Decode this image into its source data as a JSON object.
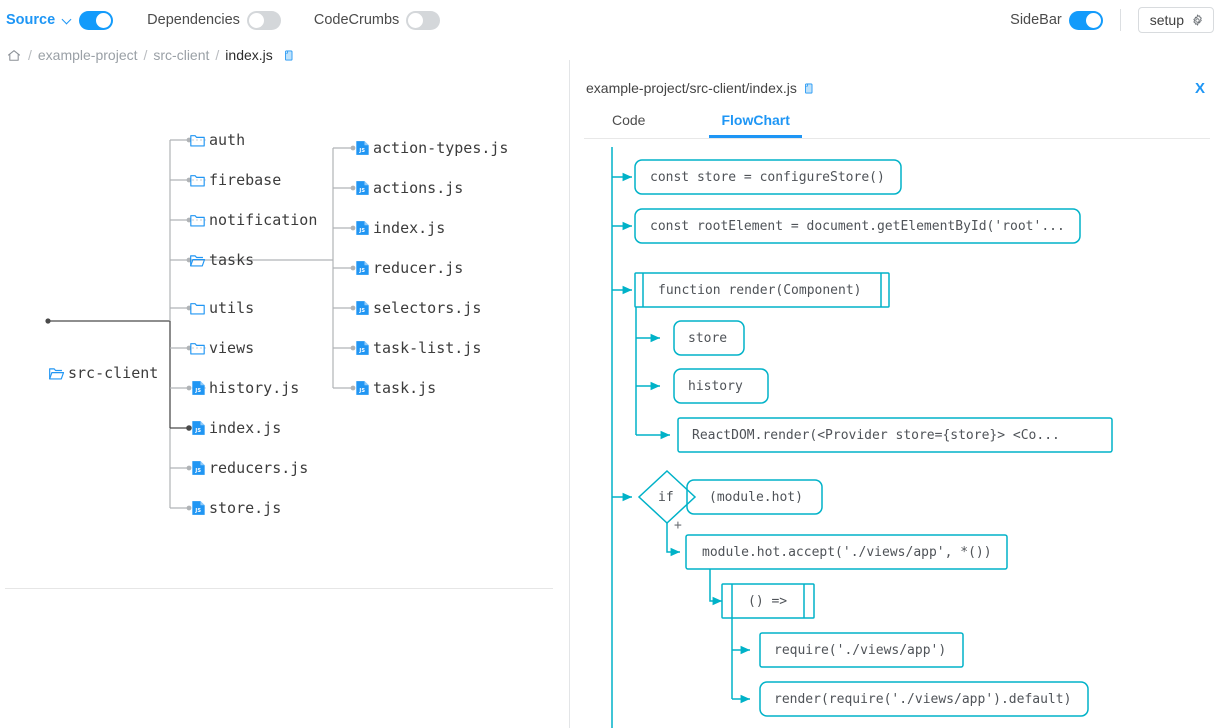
{
  "topbar": {
    "source": {
      "label": "Source",
      "toggle_on": true,
      "has_caret": true
    },
    "dependencies": {
      "label": "Dependencies",
      "toggle_on": false
    },
    "codecrumbs": {
      "label": "CodeCrumbs",
      "toggle_on": false
    },
    "sidebar": {
      "label": "SideBar",
      "toggle_on": true
    },
    "setup": {
      "label": "setup",
      "icon": "gear-icon"
    }
  },
  "breadcrumb": {
    "home_icon": "home-icon",
    "separator": "/",
    "items": [
      {
        "label": "example-project",
        "current": false
      },
      {
        "label": "src-client",
        "current": false
      },
      {
        "label": "index.js",
        "current": true
      }
    ],
    "copy_icon": "copy-icon"
  },
  "tree": {
    "root": {
      "label": "src-client",
      "icon": "folder-open-icon",
      "selected": false
    },
    "level1": [
      {
        "label": "auth",
        "icon": "folder-icon",
        "type": "folder"
      },
      {
        "label": "firebase",
        "icon": "folder-icon",
        "type": "folder"
      },
      {
        "label": "notification",
        "icon": "folder-icon",
        "type": "folder"
      },
      {
        "label": "tasks",
        "icon": "folder-open-icon",
        "type": "folder",
        "expanded": true
      },
      {
        "label": "utils",
        "icon": "folder-icon",
        "type": "folder"
      },
      {
        "label": "views",
        "icon": "folder-icon",
        "type": "folder"
      },
      {
        "label": "history.js",
        "icon": "js-file-icon",
        "type": "file"
      },
      {
        "label": "index.js",
        "icon": "js-file-icon",
        "type": "file",
        "selected": true
      },
      {
        "label": "reducers.js",
        "icon": "js-file-icon",
        "type": "file"
      },
      {
        "label": "store.js",
        "icon": "js-file-icon",
        "type": "file"
      }
    ],
    "level2": [
      {
        "label": "action-types.js",
        "icon": "js-file-icon",
        "type": "file"
      },
      {
        "label": "actions.js",
        "icon": "js-file-icon",
        "type": "file"
      },
      {
        "label": "index.js",
        "icon": "js-file-icon",
        "type": "file"
      },
      {
        "label": "reducer.js",
        "icon": "js-file-icon",
        "type": "file"
      },
      {
        "label": "selectors.js",
        "icon": "js-file-icon",
        "type": "file"
      },
      {
        "label": "task-list.js",
        "icon": "js-file-icon",
        "type": "file"
      },
      {
        "label": "task.js",
        "icon": "js-file-icon",
        "type": "file"
      }
    ]
  },
  "detail_panel": {
    "path": "example-project/src-client/index.js",
    "copy_icon": "copy-icon",
    "close_label": "X",
    "tabs": [
      {
        "label": "Code",
        "active": false
      },
      {
        "label": "FlowChart",
        "active": true
      }
    ]
  },
  "flowchart": {
    "nodes": [
      {
        "id": "n1",
        "text": "const store = configureStore()",
        "shape": "rounded"
      },
      {
        "id": "n2",
        "text": "const rootElement = document.getElementById('root'...",
        "shape": "rounded"
      },
      {
        "id": "n3",
        "text": "function render(Component)",
        "shape": "subroutine"
      },
      {
        "id": "n4",
        "text": "store",
        "shape": "rounded"
      },
      {
        "id": "n5",
        "text": "history",
        "shape": "rounded"
      },
      {
        "id": "n6",
        "text": "ReactDOM.render(<Provider store={store}> <Co...",
        "shape": "rect"
      },
      {
        "id": "n7",
        "text": "if",
        "shape": "diamond"
      },
      {
        "id": "n8",
        "text": "(module.hot)",
        "shape": "rounded"
      },
      {
        "id": "n9",
        "text": "module.hot.accept('./views/app', *())",
        "shape": "rect"
      },
      {
        "id": "n10",
        "text": "() =>",
        "shape": "subroutine"
      },
      {
        "id": "n11",
        "text": "require('./views/app')",
        "shape": "rect"
      },
      {
        "id": "n12",
        "text": "render(require('./views/app').default)",
        "shape": "rounded"
      }
    ],
    "branch_marker": "+"
  },
  "colors": {
    "accent_blue": "#1e96f5",
    "toggle_on": "#139bfb",
    "toggle_off": "#d4d7da",
    "flow_stroke": "#00b2c8",
    "tree_line": "#b0b3b6",
    "tree_line_active": "#4a4a4a",
    "folder_icon": "#2196f3",
    "js_icon": "#2196f3",
    "text": "#3c3c3c",
    "muted": "#9aa0a6"
  }
}
